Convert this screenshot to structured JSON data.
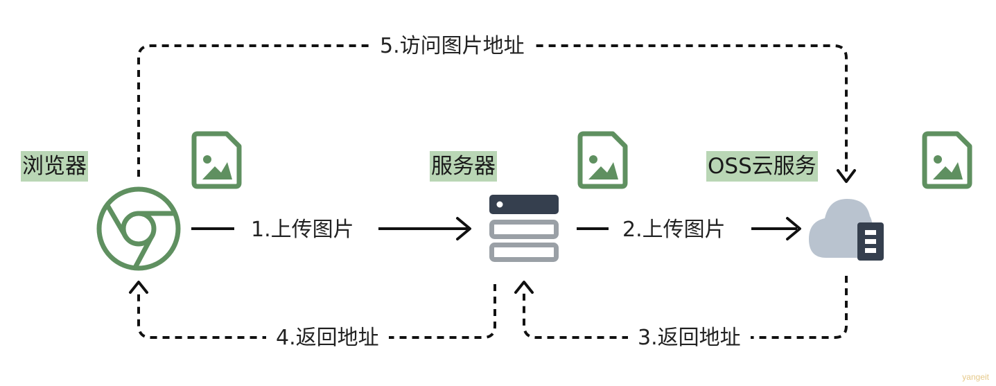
{
  "nodes": {
    "browser": "浏览器",
    "server": "服务器",
    "oss": "OSS云服务"
  },
  "steps": {
    "step1": "1.上传图片",
    "step2": "2.上传图片",
    "step3": "3.返回地址",
    "step4": "4.返回地址",
    "step5": "5.访问图片地址"
  },
  "watermark": "yangeit",
  "colors": {
    "green": "#5f9060",
    "label_bg": "#b9d6b5",
    "dark": "#353f4e",
    "gray": "#9aa0a6",
    "cloud": "#b9c3cf",
    "line": "#111111"
  },
  "icons": [
    "chrome-icon",
    "image-file-icon",
    "server-icon",
    "cloud-storage-icon"
  ]
}
